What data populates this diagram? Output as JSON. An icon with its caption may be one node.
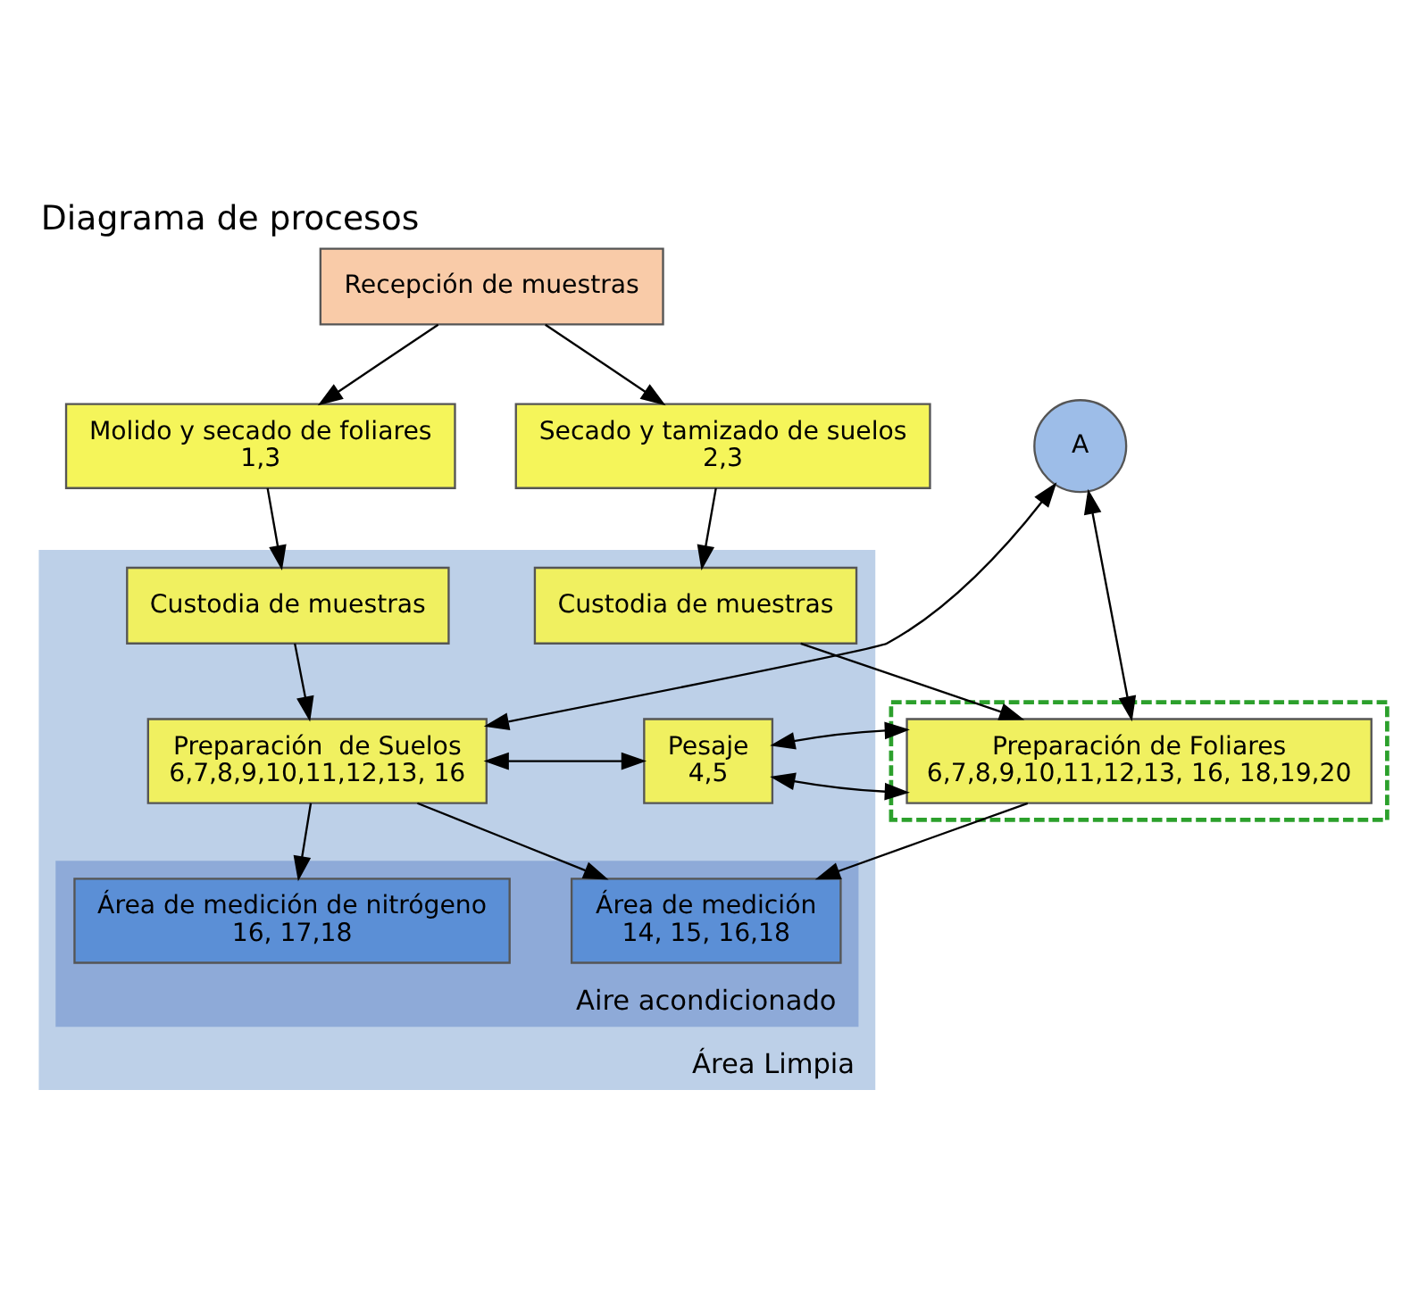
{
  "diagram": {
    "title": "Diagrama de procesos",
    "nodes": [
      {
        "text": [
          "Recepción de muestras"
        ]
      },
      {
        "text": [
          "Molido y secado de foliares",
          "1,3"
        ]
      },
      {
        "text": [
          "A"
        ]
      },
      {
        "text": [
          "Secado y tamizado de suelos",
          "2,3"
        ]
      },
      {
        "text": [
          "Área Limpia"
        ]
      },
      {
        "text": [
          "Custodia de muestras"
        ],
        "in": 4
      },
      {
        "text": [
          "Custodia de muestras"
        ],
        "in": 4
      },
      {
        "text": [
          "Preparación  de Suelos",
          "6,7,8,9,10,11,12,13, 16"
        ],
        "in": 4
      },
      {
        "text": [
          "Pesaje",
          "4,5"
        ],
        "in": 4
      },
      {
        "text": [],
        "shape": "box"
      },
      {
        "text": [
          "Preparación de Foliares",
          "6,7,8,9,10,11,12,13, 16, 18,19,20"
        ],
        "in": 9
      },
      {
        "text": [
          "Aire acondicionado"
        ],
        "in": 4
      },
      {
        "text": [
          "Área de medición de nitrógeno",
          "16, 17,18"
        ],
        "in": 11
      },
      {
        "text": [
          "Área de medición",
          "14, 15, 16,18"
        ],
        "in": 11
      }
    ],
    "edges": [
      {
        "from": 0,
        "to": 1,
        "arrow": "to"
      },
      {
        "from": 0,
        "to": 3,
        "arrow": "to"
      },
      {
        "from": 1,
        "to": 5,
        "arrow": "to"
      },
      {
        "from": 3,
        "to": 6,
        "arrow": "to"
      },
      {
        "from": 5,
        "to": 7,
        "arrow": "to"
      },
      {
        "from": 6,
        "to": 10,
        "arrow": "to"
      },
      {
        "from": 7,
        "to": 2,
        "arrow": "both"
      },
      {
        "from": 10,
        "to": 2,
        "arrow": "both"
      },
      {
        "from": 7,
        "to": 8,
        "arrow": "both"
      },
      {
        "from": 8,
        "to": 10,
        "arrow": "both"
      },
      {
        "from": 7,
        "to": 12,
        "arrow": "to"
      },
      {
        "from": 7,
        "to": 13,
        "arrow": "to"
      },
      {
        "from": 10,
        "to": 13,
        "arrow": "to"
      }
    ]
  }
}
